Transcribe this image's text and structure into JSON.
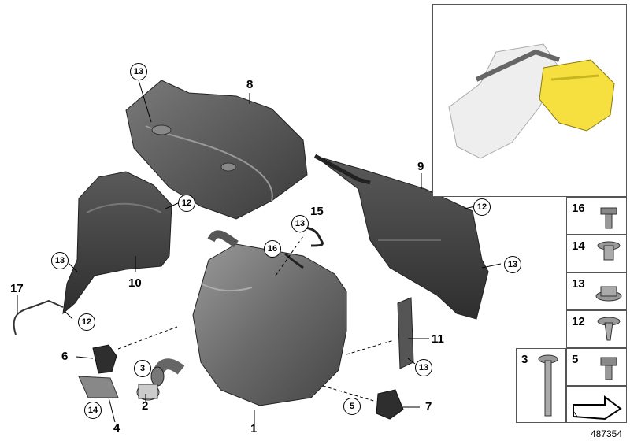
{
  "diagram": {
    "part_numbers": {
      "p1": "1",
      "p2": "2",
      "p4": "4",
      "p6": "6",
      "p7": "7",
      "p8": "8",
      "p9": "9",
      "p10": "10",
      "p11": "11",
      "p15": "15",
      "p17": "17"
    },
    "circled_numbers": {
      "c13_top": "13",
      "c12_shield": "12",
      "c13_shield": "13",
      "c12_left": "12",
      "c13_hose": "13",
      "c16_hose": "16",
      "c12_right": "12",
      "c13_right": "13",
      "c3": "3",
      "c14": "14",
      "c5": "5",
      "c13_bracket": "13"
    },
    "side_panel": {
      "items": [
        {
          "label": "16",
          "icon": "flange-bolt-icon"
        },
        {
          "label": "14",
          "icon": "bushing-icon"
        },
        {
          "label": "13",
          "icon": "flange-nut-icon"
        },
        {
          "label": "12",
          "icon": "expanding-rivet-icon"
        }
      ],
      "bottom_left": {
        "label": "3",
        "icon": "carriage-bolt-icon"
      },
      "bottom_right": {
        "label": "5",
        "icon": "hex-bolt-icon"
      },
      "arrow_icon": "direction-arrow-icon"
    },
    "image_id": "487354",
    "highlight_color": "#f5e040"
  }
}
